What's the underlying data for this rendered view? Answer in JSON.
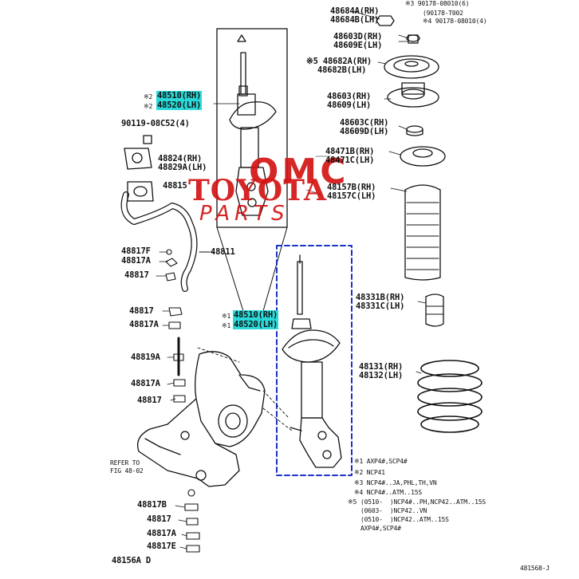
{
  "watermark": {
    "line1": "OMC",
    "line2": "TOYOTA",
    "line3": "PARTS",
    "color": "#d21414"
  },
  "labels": {
    "top_6": "※3 90178-08010(6)",
    "p48684a": "48684A(RH)",
    "p48684b": "48684B(LH)",
    "p90178_2": "(90178-T002",
    "top_4": "※4 90178-08010(4)",
    "p48603d": "48603D(RH)",
    "p48609e": "48609E(LH)",
    "p48682a": "※5 48682A(RH)",
    "p48682b": "48682B(LH)",
    "p48603": "48603(RH)",
    "p48609": "48609(LH)",
    "p48603c": "48603C(RH)",
    "p48609d": "48609D(LH)",
    "p48471b": "48471B(RH)",
    "p48471c": "48471C(LH)",
    "p48157b": "48157B(RH)",
    "p48157c": "48157C(LH)",
    "p48331b": "48331B(RH)",
    "p48331c": "48331C(LH)",
    "p48131": "48131(RH)",
    "p48132": "48132(LH)",
    "mark2": "※2",
    "p48510_top": "48510(RH)",
    "mark2b": "※2",
    "p48520_top": "48520(LH)",
    "p90119": "90119-08C52(4)",
    "p48824": "48824(RH)",
    "p48829": "48829A(LH)",
    "p48815": "48815",
    "p48811": "48811",
    "p48817f": "48817F",
    "p48817a_1": "48817A",
    "p48817_1": "48817",
    "p48817_2": "48817",
    "p48817a_2": "48817A",
    "mark_mid": "※1",
    "p48510_mid": "48510(RH)",
    "mark_mid2": "※1",
    "p48520_mid": "48520(LH)",
    "p48819a": "48819A",
    "p48817a_3": "48817A",
    "p48817_3": "48817",
    "refer": "REFER TO",
    "fig": "FIG 48-02",
    "p48817b": "48817B",
    "p48817_4": "48817",
    "p48817a_4": "48817A",
    "p48817e": "48817E",
    "p48156a": "48156A D",
    "fig_code": "481568-J",
    "note1": "※1 AXP4#,SCP4#",
    "note2": "※2 NCP41",
    "note3": "※3 NCP4#..JA,PHL,TH,VN",
    "note4": "※4 NCP4#..ATM..15S",
    "note5a": "(0510-  )NCP4#..PH,NCP42..ATM..15S",
    "note5b": "(0603-  )NCP42..VN",
    "note5c": "(0510-  )NCP42..ATM..15S",
    "note5d": "AXP4#,SCP4#",
    "mark5": "※5"
  }
}
